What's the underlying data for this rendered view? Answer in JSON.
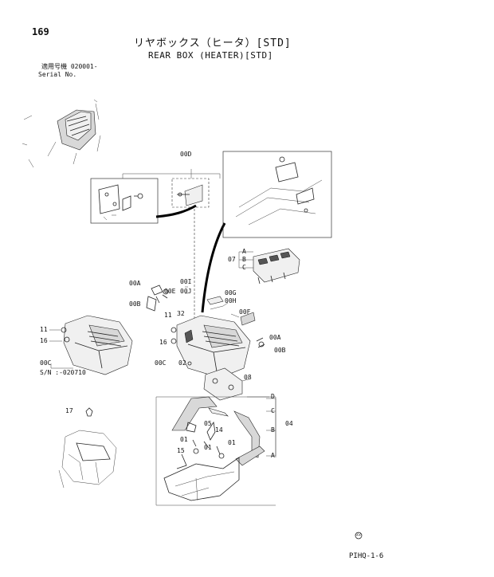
{
  "header": {
    "page_number": "169",
    "title_jp": "リヤボックス（ヒータ）[STD]",
    "title_en": "REAR BOX (HEATER)[STD]",
    "serial_jp": "適用号機  020001-",
    "serial_en": "Serial No."
  },
  "callouts": {
    "c00D": "00D",
    "c07": "07",
    "cA1": "A",
    "cB1": "B",
    "cC1": "C",
    "c00A_left": "00A",
    "c00B_left": "00B",
    "c00E": "00E",
    "c00I": "00I",
    "c00J": "00J",
    "c00G": "00G",
    "c00H": "00H",
    "c00F": "00F",
    "c11_left": "11",
    "c16_left": "16",
    "c00C_left": "00C",
    "serial_left": "S/N  :-020710",
    "c11_mid": "11",
    "c32": "32",
    "c16_mid": "16",
    "c00C_mid": "00C",
    "c02": "02",
    "c00A_right": "00A",
    "c00B_right": "00B",
    "c08": "08",
    "c17": "17",
    "cD2": "D",
    "cC2": "C",
    "c04": "04",
    "cB2": "B",
    "cA2": "A",
    "c05": "05",
    "c14": "14",
    "c01_a": "01",
    "c01_b": "01",
    "c01_c": "01",
    "c15": "15"
  },
  "footer": {
    "code": "PIHQ-1-6",
    "mark": "22"
  }
}
